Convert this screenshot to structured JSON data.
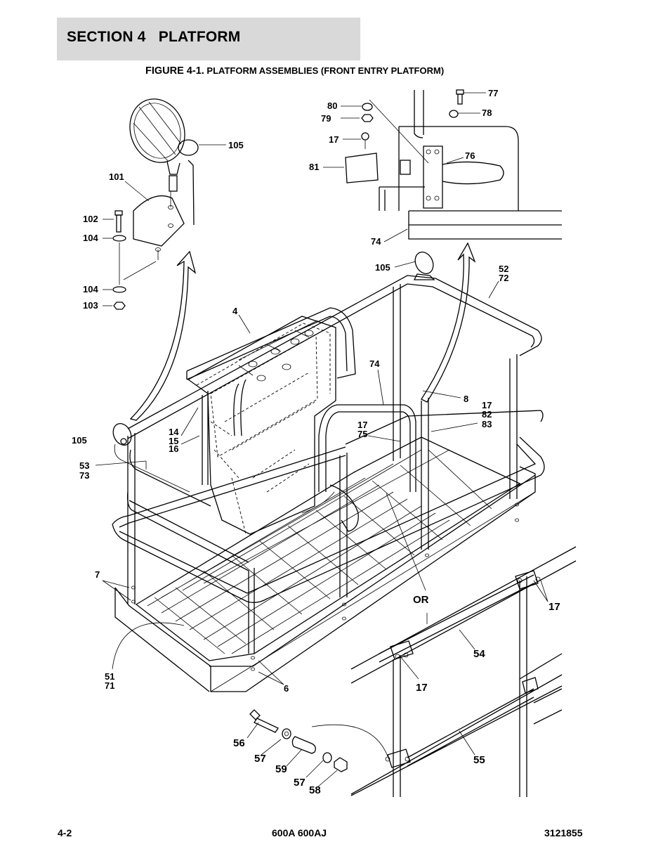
{
  "header": {
    "section_title": "SECTION 4   PLATFORM"
  },
  "figure": {
    "caption_prefix": "FIGURE 4-1.",
    "caption_text": " PLATFORM ASSEMBLIES (FRONT ENTRY PLATFORM)"
  },
  "callouts": {
    "c105a": "105",
    "c101": "101",
    "c102": "102",
    "c104a": "104",
    "c104b": "104",
    "c103": "103",
    "c80": "80",
    "c79": "79",
    "c17a": "17",
    "c81": "81",
    "c77": "77",
    "c78": "78",
    "c76": "76",
    "c74a": "74",
    "c105b": "105",
    "c52": "52",
    "c72": "72",
    "c4": "4",
    "c74b": "74",
    "c8": "8",
    "c17b": "17",
    "c82": "82",
    "c83": "83",
    "c17c": "17",
    "c75": "75",
    "c14": "14",
    "c15": "15",
    "c16": "16",
    "c105c": "105",
    "c53": "53",
    "c73": "73",
    "c7": "7",
    "c51": "51",
    "c71": "71",
    "c6": "6",
    "cOR": "OR",
    "c17d": "17",
    "c54": "54",
    "c17e": "17",
    "c55": "55",
    "c56": "56",
    "c57a": "57",
    "c59": "59",
    "c57b": "57",
    "c58": "58"
  },
  "footer": {
    "page_number": "4-2",
    "models": "600A 600AJ",
    "manual_number": "3121855"
  }
}
